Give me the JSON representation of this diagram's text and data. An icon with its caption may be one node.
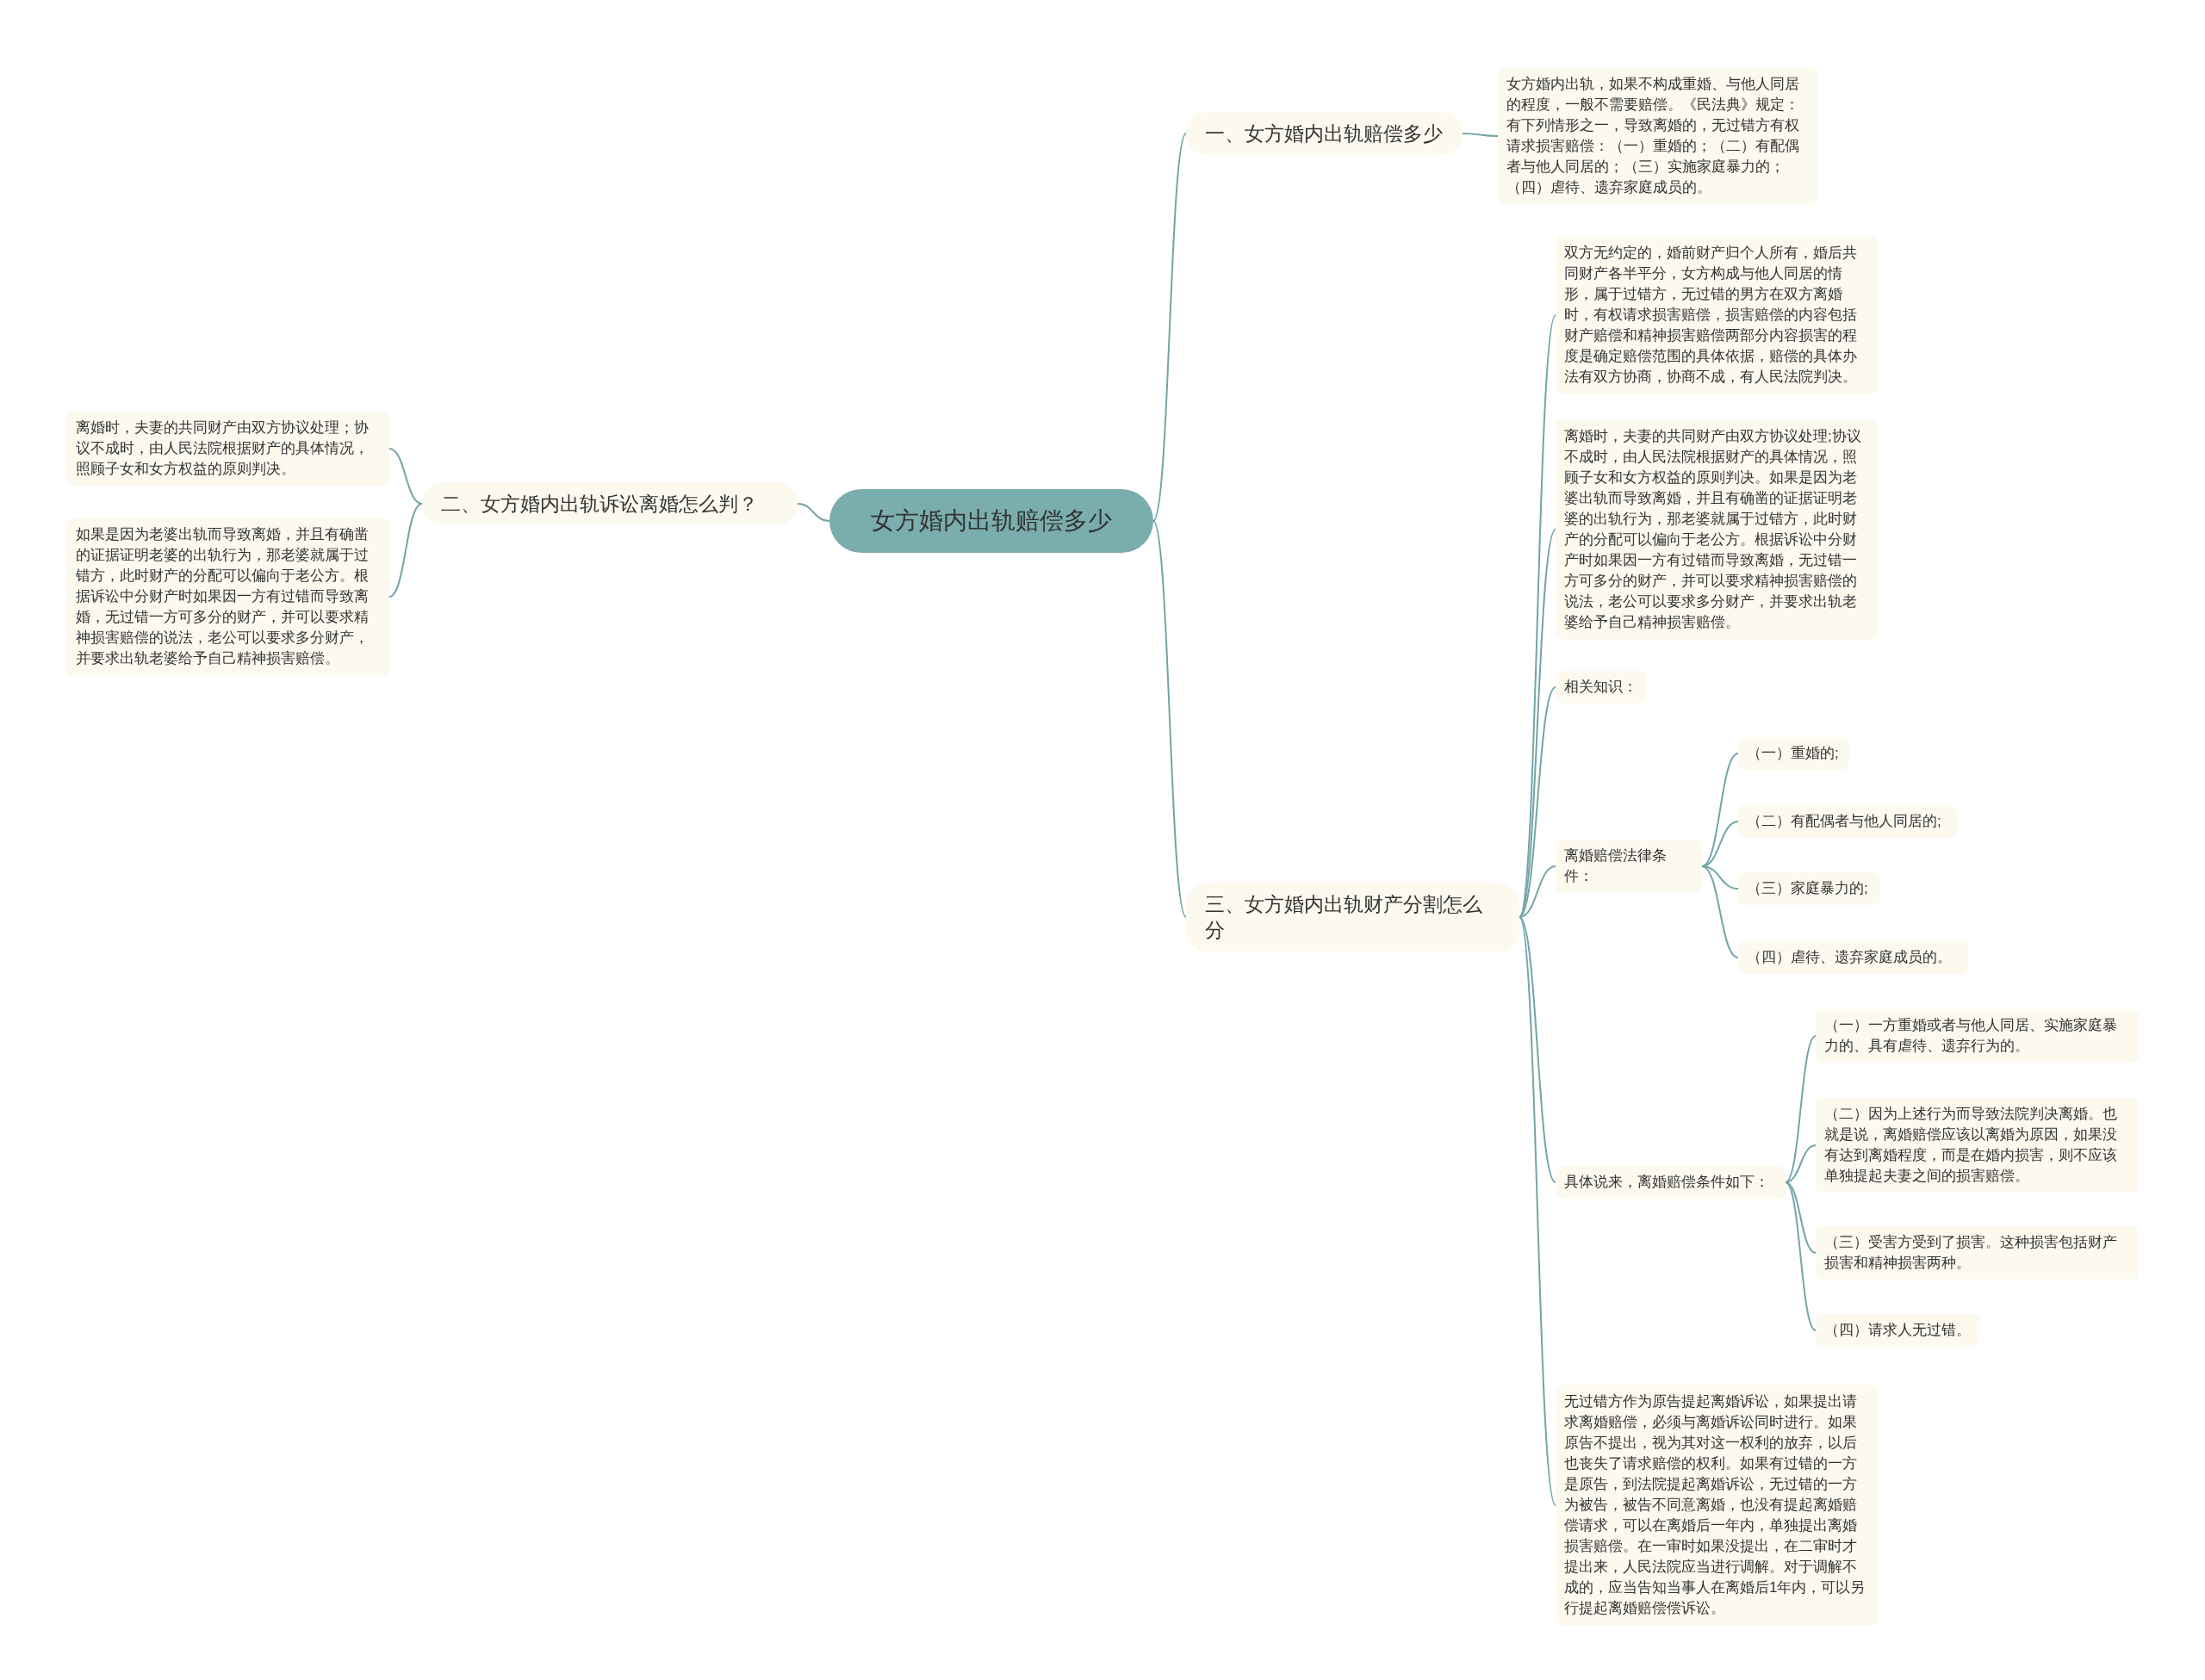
{
  "diagram": {
    "nodes": [
      {
        "text": [
          "女方婚内出轨赔偿多少"
        ]
      },
      {
        "text": [
          "一、女方婚内出轨赔偿多少"
        ]
      },
      {
        "text": [
          "女方婚内出轨，如果不构成重婚、与他人同居的程度，一般不需要赔偿。《民法典》规定：有下列情形之一，导致离婚的，无过错方有权请求损害赔偿：（一）重婚的；（二）有配偶者与他人同居的；（三）实施家庭暴力的；（四）虐待、遗弃家庭成员的。"
        ]
      },
      {
        "text": [
          "二、女方婚内出轨诉讼离婚怎么判？"
        ]
      },
      {
        "text": [
          "离婚时，夫妻的共同财产由双方协议处理；协议不成时，由人民法院根据财产的具体情况，照顾子女和女方权益的原则判决。"
        ]
      },
      {
        "text": [
          "如果是因为老婆出轨而导致离婚，并且有确凿的证据证明老婆的出轨行为，那老婆就属于过错方，此时财产的分配可以偏向于老公方。根据诉讼中分财产时如果因一方有过错而导致离婚，无过错一方可多分的财产，并可以要求精神损害赔偿的说法，老公可以要求多分财产，并要求出轨老婆给予自己精神损害赔偿。"
        ]
      },
      {
        "text": [
          "三、女方婚内出轨财产分割怎么分"
        ]
      },
      {
        "text": [
          "双方无约定的，婚前财产归个人所有，婚后共同财产各半平分，女方构成与他人同居的情形，属于过错方，无过错的男方在双方离婚时，有权请求损害赔偿，损害赔偿的内容包括财产赔偿和精神损害赔偿两部分内容损害的程度是确定赔偿范围的具体依据，赔偿的具体办法有双方协商，协商不成，有人民法院判决。"
        ]
      },
      {
        "text": [
          "离婚时，夫妻的共同财产由双方协议处理;协议不成时，由人民法院根据财产的具体情况，照顾子女和女方权益的原则判决。如果是因为老婆出轨而导致离婚，并且有确凿的证据证明老婆的出轨行为，那老婆就属于过错方，此时财产的分配可以偏向于老公方。根据诉讼中分财产时如果因一方有过错而导致离婚，无过错一方可多分的财产，并可以要求精神损害赔偿的说法，老公可以要求多分财产，并要求出轨老婆给予自己精神损害赔偿。"
        ]
      },
      {
        "text": [
          "相关知识："
        ]
      },
      {
        "text": [
          "离婚赔偿法律条件："
        ]
      },
      {
        "text": [
          "（一）重婚的;"
        ]
      },
      {
        "text": [
          "（二）有配偶者与他人同居的;"
        ]
      },
      {
        "text": [
          "（三）家庭暴力的;"
        ]
      },
      {
        "text": [
          "（四）虐待、遗弃家庭成员的。"
        ]
      },
      {
        "text": [
          "具体说来，离婚赔偿条件如下："
        ]
      },
      {
        "text": [
          "（一）一方重婚或者与他人同居、实施家庭暴力的、具有虐待、遗弃行为的。"
        ]
      },
      {
        "text": [
          "（二）因为上述行为而导致法院判决离婚。也就是说，离婚赔偿应该以离婚为原因，如果没有达到离婚程度，而是在婚内损害，则不应该单独提起夫妻之间的损害赔偿。"
        ]
      },
      {
        "text": [
          "（三）受害方受到了损害。这种损害包括财产损害和精神损害两种。"
        ]
      },
      {
        "text": [
          "（四）请求人无过错。"
        ]
      },
      {
        "text": [
          "无过错方作为原告提起离婚诉讼，如果提出请求离婚赔偿，必须与离婚诉讼同时进行。如果原告不提出，视为其对这一权利的放弃，以后也丧失了请求赔偿的权利。如果有过错的一方是原告，到法院提起离婚诉讼，无过错的一方为被告，被告不同意离婚，也没有提起离婚赔偿请求，可以在离婚后一年内，单独提出离婚损害赔偿。在一审时如果没提出，在二审时才提出来，人民法院应当进行调解。对于调解不成的，应当告知当事人在离婚后1年内，可以另行提起离婚赔偿偿诉讼。"
        ]
      }
    ],
    "edges": [
      {
        "from": 0,
        "to": 1,
        "arrow": "none"
      },
      {
        "from": 1,
        "to": 2,
        "arrow": "none"
      },
      {
        "from": 0,
        "to": 3,
        "arrow": "none"
      },
      {
        "from": 3,
        "to": 4,
        "arrow": "none"
      },
      {
        "from": 3,
        "to": 5,
        "arrow": "none"
      },
      {
        "from": 0,
        "to": 6,
        "arrow": "none"
      },
      {
        "from": 6,
        "to": 7,
        "arrow": "none"
      },
      {
        "from": 6,
        "to": 8,
        "arrow": "none"
      },
      {
        "from": 6,
        "to": 9,
        "arrow": "none"
      },
      {
        "from": 6,
        "to": 10,
        "arrow": "none"
      },
      {
        "from": 10,
        "to": 11,
        "arrow": "none"
      },
      {
        "from": 10,
        "to": 12,
        "arrow": "none"
      },
      {
        "from": 10,
        "to": 13,
        "arrow": "none"
      },
      {
        "from": 10,
        "to": 14,
        "arrow": "none"
      },
      {
        "from": 6,
        "to": 15,
        "arrow": "none"
      },
      {
        "from": 15,
        "to": 16,
        "arrow": "none"
      },
      {
        "from": 15,
        "to": 17,
        "arrow": "none"
      },
      {
        "from": 15,
        "to": 18,
        "arrow": "none"
      },
      {
        "from": 15,
        "to": 19,
        "arrow": "none"
      },
      {
        "from": 6,
        "to": 20,
        "arrow": "none"
      }
    ]
  }
}
